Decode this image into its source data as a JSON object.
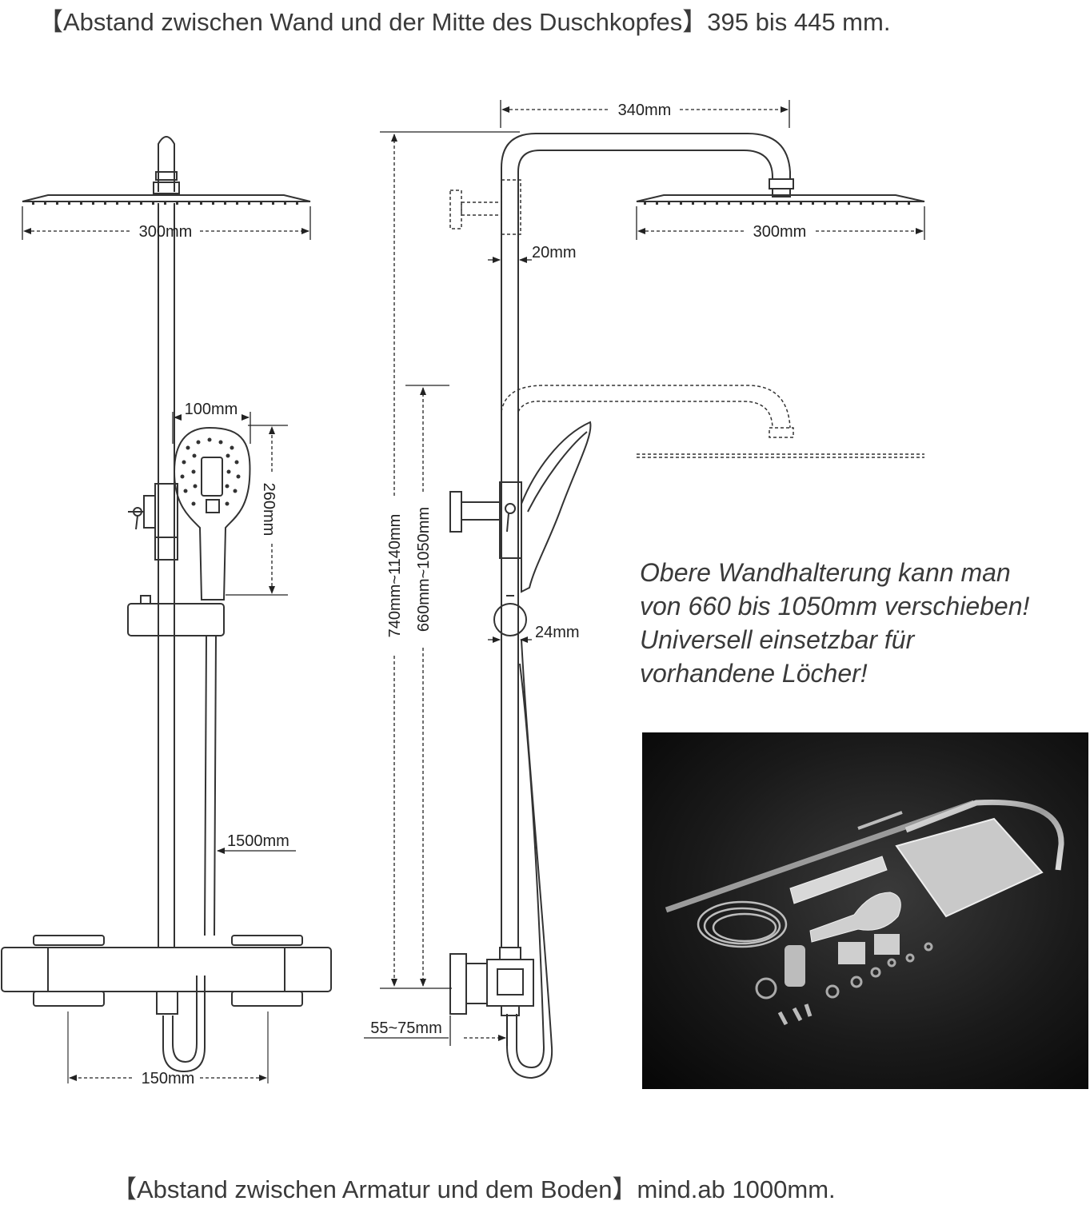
{
  "captions": {
    "top": "【Abstand zwischen Wand und der Mitte des Duschkopfes】395 bis 445 mm.",
    "bottom": "【Abstand zwischen Armatur und dem Boden】mind.ab 1000mm."
  },
  "front_view": {
    "head_width": "300mm",
    "hand_shower_width": "100mm",
    "hand_shower_height": "260mm",
    "hose_length": "1500mm",
    "connection_spacing": "150mm"
  },
  "side_view": {
    "arm_reach": "340mm",
    "head_width": "300mm",
    "rail_diameter": "20mm",
    "slider_diameter": "24mm",
    "total_height": "740mm~1140mm",
    "bracket_range": "660mm~1050mm",
    "wall_offset": "55~75mm"
  },
  "note_lines": [
    "Obere Wandhalterung kann man",
    "von 660 bis 1050mm verschieben!",
    "Universell einsetzbar für",
    "vorhandene Löcher!"
  ]
}
